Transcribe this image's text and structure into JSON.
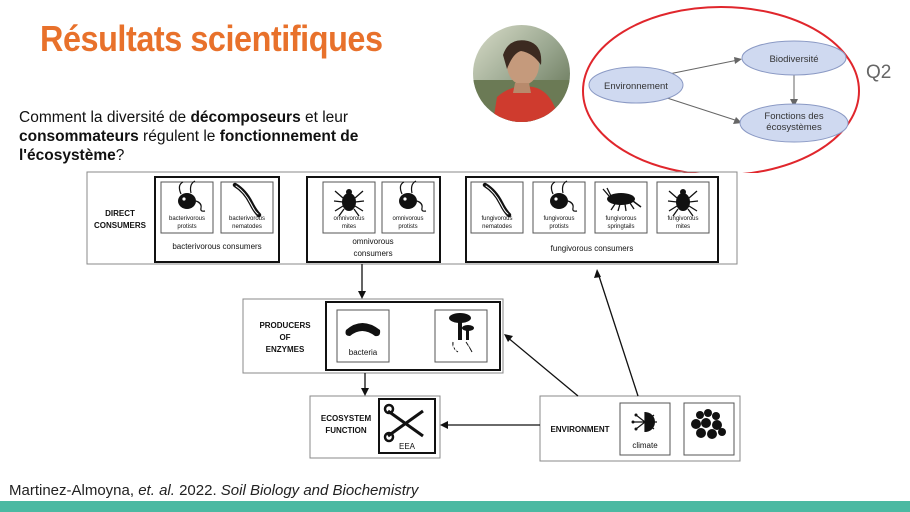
{
  "slide": {
    "title": "Résultats scientifiques",
    "question_parts": [
      "Comment la diversité de ",
      "décomposeurs",
      " et leur ",
      "consommateurs",
      " régulent le ",
      "fonctionnement de l'écosystème",
      "?"
    ],
    "q2_label": "Q2",
    "citation": {
      "authors": "Martinez-Almoyna, ",
      "etal": "et. al.",
      "year": " 2022.  ",
      "journal": "Soil Biology and Biochemistry"
    }
  },
  "concept_diagram": {
    "environment": "Environnement",
    "biodiversity": "Biodiversité",
    "functions_line1": "Fonctions des",
    "functions_line2": "écosystèmes"
  },
  "food_web": {
    "direct_consumers_line1": "DIRECT",
    "direct_consumers_line2": "CONSUMERS",
    "bacterivorous": {
      "group_label": "bacterivorous consumers",
      "items": [
        {
          "line1": "bacterivorous",
          "line2": "protists",
          "icon": "protist-icon"
        },
        {
          "line1": "bacterivorous",
          "line2": "nematodes",
          "icon": "nematode-icon"
        }
      ]
    },
    "omnivorous": {
      "group_label_line1": "omnivorous",
      "group_label_line2": "consumers",
      "items": [
        {
          "line1": "omnivorous",
          "line2": "mites",
          "icon": "mite-icon"
        },
        {
          "line1": "omnivorous",
          "line2": "protists",
          "icon": "protist-icon"
        }
      ]
    },
    "fungivorous": {
      "group_label": "fungivorous consumers",
      "items": [
        {
          "line1": "fungivorous",
          "line2": "nematodes",
          "icon": "nematode-icon"
        },
        {
          "line1": "fungivorous",
          "line2": "protists",
          "icon": "protist-icon"
        },
        {
          "line1": "fungivorous",
          "line2": "springtails",
          "icon": "springtail-icon"
        },
        {
          "line1": "fungivorous",
          "line2": "mites",
          "icon": "mite-icon"
        }
      ]
    },
    "producers_line1": "PRODUCERS",
    "producers_line2": "OF",
    "producers_line3": "ENZYMES",
    "bacteria": "bacteria",
    "fungi": "fungi",
    "ecosystem_line1": "ECOSYSTEM",
    "ecosystem_line2": "FUNCTION",
    "eea": "EEA",
    "environment": "ENVIRONMENT",
    "climate": "climate",
    "soil": "soil"
  }
}
